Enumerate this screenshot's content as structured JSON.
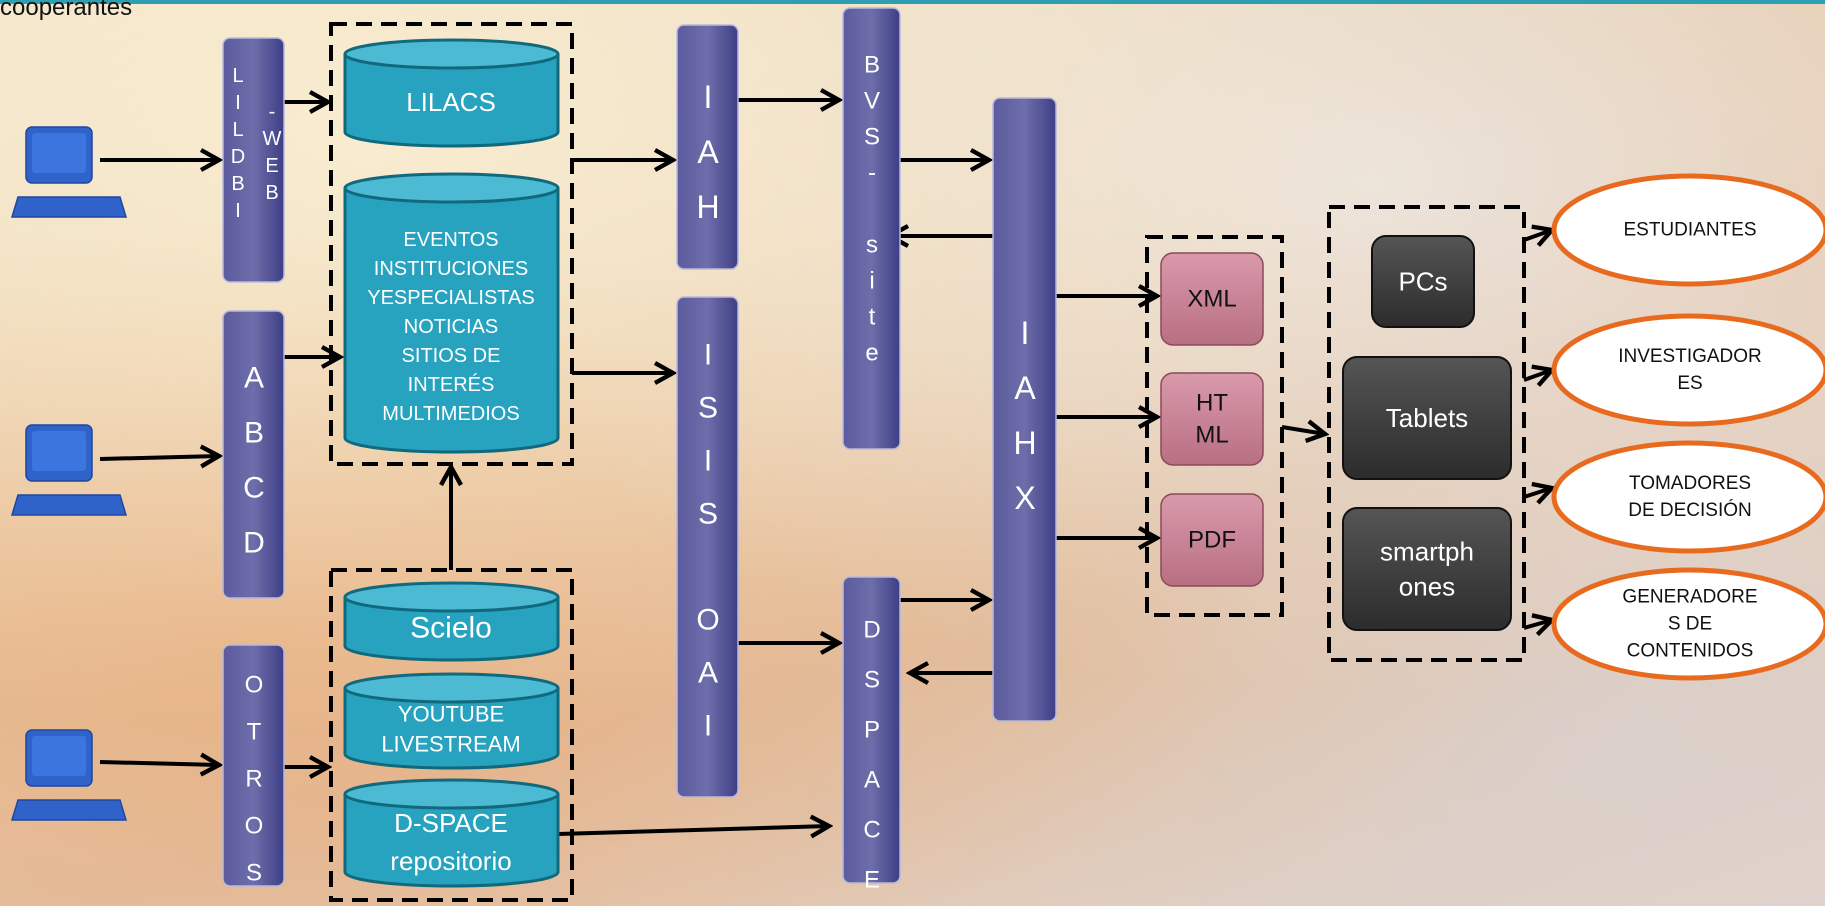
{
  "header": {
    "text": "cooperantes"
  },
  "sources": {
    "lildbi": "LILDBI - WEB",
    "abcd": "ABCD",
    "otros": "OTROS"
  },
  "databases": {
    "lilacs": "LILACS",
    "eventos": [
      "EVENTOS",
      "INSTITUCIONES",
      "YESPECIALISTAS",
      "NOTICIAS",
      "SITIOS DE",
      "INTERÉS",
      "MULTIMEDIOS"
    ],
    "scielo": "Scielo",
    "youtube": [
      "YOUTUBE",
      "LIVESTREAM"
    ],
    "dspace_repo": [
      "D-SPACE",
      "repositorio"
    ]
  },
  "middleware": {
    "iah": "IAH",
    "isis_oai": "ISIS OAI",
    "bvs_site": "BVS-site",
    "dspace": "DSPACE",
    "iahx": "IAHX"
  },
  "formats": [
    "XML",
    "HTML",
    "PDF"
  ],
  "format_lines": [
    [
      "XML"
    ],
    [
      "HT",
      "ML"
    ],
    [
      "PDF"
    ]
  ],
  "devices": [
    [
      "PCs"
    ],
    [
      "Tablets"
    ],
    [
      "smartph",
      "ones"
    ]
  ],
  "audiences": [
    [
      "ESTUDIANTES"
    ],
    [
      "INVESTIGADOR",
      "ES"
    ],
    [
      "TOMADORES",
      "DE DECISIÓN"
    ],
    [
      "GENERADORE",
      "S DE",
      "CONTENIDOS"
    ]
  ],
  "colors": {
    "pillar_top": "#7c7cb4",
    "pillar_bottom": "#3d3d85",
    "db_fill": "#27a3bf",
    "db_stroke": "#11697e",
    "format_fill": "#c98495",
    "device_fill": "#3f3f3f",
    "audience_stroke": "#e86a1e",
    "computer": "#2f63c9"
  },
  "icons": [
    "computer-icon"
  ]
}
